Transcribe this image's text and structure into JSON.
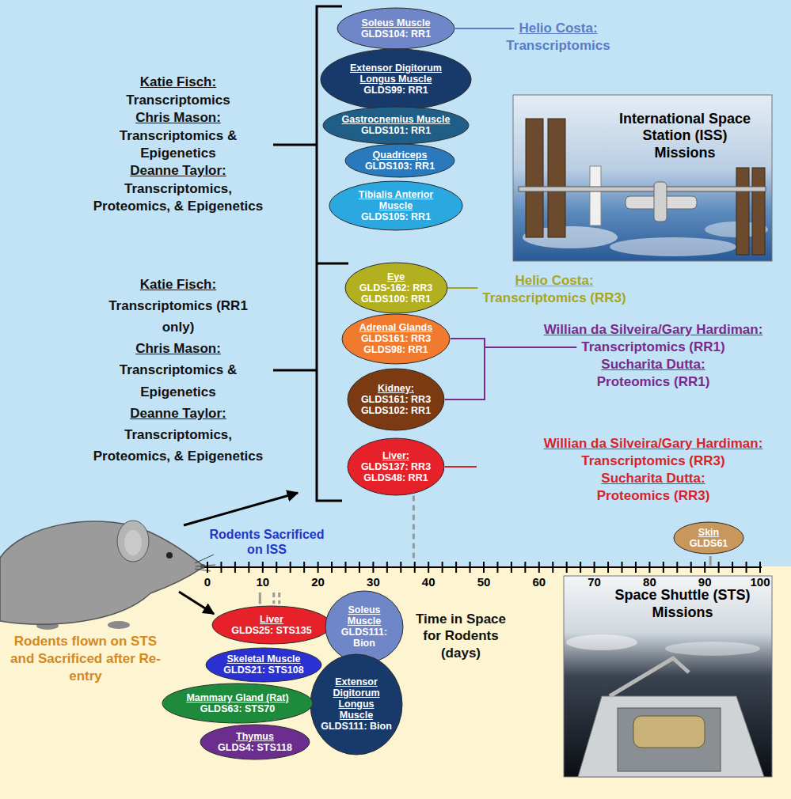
{
  "diagram": {
    "nodes": [
      {
        "text": [
          "Soleus Muscle",
          "GLDS104: RR1"
        ]
      },
      {
        "text": [
          "Extensor Digitorum Longus Muscle",
          "GLDS99: RR1"
        ]
      },
      {
        "text": [
          "Gastrocnemius Muscle",
          "GLDS101: RR1"
        ]
      },
      {
        "text": [
          "Quadriceps",
          "GLDS103: RR1"
        ]
      },
      {
        "text": [
          "Tibialis Anterior Muscle",
          "GLDS105: RR1"
        ]
      },
      {
        "text": [
          "Eye",
          "GLDS-162: RR3",
          "GLDS100: RR1"
        ]
      },
      {
        "text": [
          "Adrenal Glands",
          "GLDS161: RR3",
          "GLDS98: RR1"
        ]
      },
      {
        "text": [
          "Kidney:",
          "GLDS161: RR3",
          "GLDS102: RR1"
        ]
      },
      {
        "text": [
          "Liver:",
          "GLDS137: RR3",
          "GLDS48: RR1"
        ]
      },
      {
        "text": [
          "Skin",
          "GLDS61"
        ]
      },
      {
        "text": [
          "Liver",
          "GLDS25: STS135"
        ]
      },
      {
        "text": [
          "Soleus Muscle",
          "GLDS111: Bion"
        ]
      },
      {
        "text": [
          "Skeletal Muscle",
          "GLDS21: STS108"
        ]
      },
      {
        "text": [
          "Extensor Digitorum Longus Muscle",
          "GLDS111: Bion"
        ]
      },
      {
        "text": [
          "Mammary Gland (Rat)",
          "GLDS63: STS70"
        ]
      },
      {
        "text": [
          "Thymus",
          "GLDS4: STS118"
        ]
      }
    ],
    "labels": [
      "Katie Fisch:",
      "Transcriptomics",
      "Chris Mason:",
      "Transcriptomics & Epigenetics",
      "Deanne Taylor:",
      "Transcriptomics, Proteomics, & Epigenetics",
      "Helio Costa:",
      "Transcriptomics",
      "International Space Station (ISS) Missions",
      "Katie Fisch:",
      "Transcriptomics (RR1 only)",
      "Chris Mason:",
      "Transcriptomics & Epigenetics",
      "Deanne Taylor:",
      "Transcriptomics, Proteomics, & Epigenetics",
      "Helio Costa:",
      "Transcriptomics (RR3)",
      "Willian da Silveira/Gary Hardiman:",
      "Transcriptomics (RR1)",
      "Sucharita Dutta:",
      "Proteomics (RR1)",
      "Willian da Silveira/Gary Hardiman:",
      "Transcriptomics (RR3)",
      "Sucharita Dutta:",
      "Proteomics (RR3)",
      "Rodents Sacrificed on ISS",
      "0",
      "10",
      "20",
      "30",
      "40",
      "50",
      "60",
      "70",
      "80",
      "90",
      "100",
      "Time in Space for Rodents (days)",
      "Rodents flown on STS and Sacrificed after Re-entry",
      "Space Shuttle (STS) Missions"
    ]
  }
}
